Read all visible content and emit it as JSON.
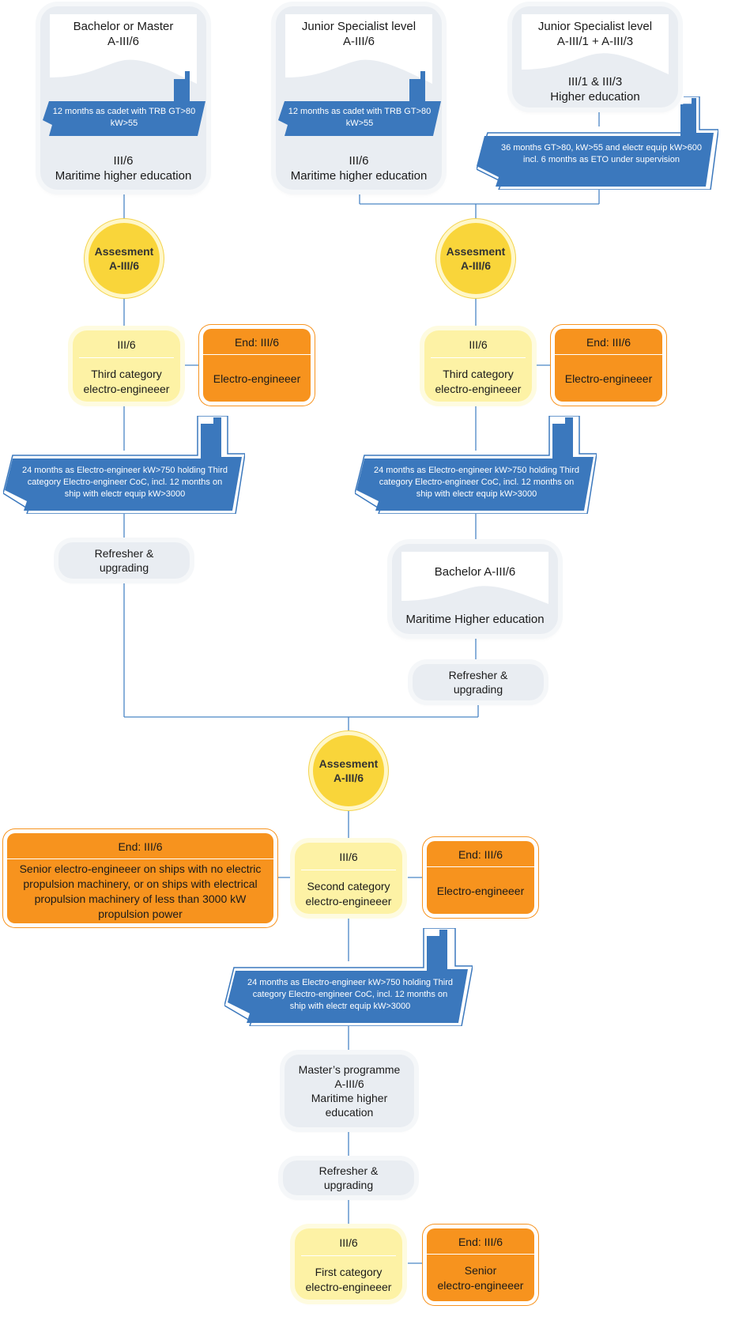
{
  "colors": {
    "ship": "#3b78bd",
    "assessment": "#f9d53a",
    "category": "#fdf2a5",
    "end": "#f7931e",
    "education": "#e9edf2",
    "line": "#4a86c5"
  },
  "edu1": {
    "top": "Bachelor or Master\nA-III/6",
    "bottom": "III/6\nMaritime higher education"
  },
  "ship1": "12 months as cadet with TRB GT>80 kW>55",
  "edu2": {
    "top": "Junior Specialist level\nA-III/6",
    "bottom": "III/6\nMaritime higher education"
  },
  "ship2": "12 months as cadet with TRB GT>80 kW>55",
  "edu3": {
    "top": "Junior Specialist level\nA-III/1 + A-III/3",
    "bottom": "III/1 & III/3\nHigher education"
  },
  "ship3": "36 months GT>80, kW>55 and electr equip kW>600 incl. 6 months as ETO under supervision",
  "assess1": {
    "l1": "Assesment",
    "l2": "A-III/6"
  },
  "assess2": {
    "l1": "Assesment",
    "l2": "A-III/6"
  },
  "assess3": {
    "l1": "Assesment",
    "l2": "A-III/6"
  },
  "cat1": {
    "h": "III/6",
    "n": "Third category\nelectro-engineeer"
  },
  "cat2": {
    "h": "III/6",
    "n": "Third category\nelectro-engineeer"
  },
  "cat3": {
    "h": "III/6",
    "n": "Second category\nelectro-engineeer"
  },
  "cat4": {
    "h": "III/6",
    "n": "First category\nelectro-engineeer"
  },
  "end1": {
    "h": "End: III/6",
    "n": "Electro-engineeer"
  },
  "end2": {
    "h": "End: III/6",
    "n": "Electro-engineeer"
  },
  "end3": {
    "h": "End: III/6",
    "n": "Senior electro-engineeer on ships with no electric propulsion machinery, or on ships with electrical propulsion machinery of less than 3000 kW propulsion power"
  },
  "end4": {
    "h": "End: III/6",
    "n": "Electro-engineeer"
  },
  "end5": {
    "h": "End: III/6",
    "n": "Senior\nelectro-engineeer"
  },
  "ship4": "24 months as Electro-engineer kW>750 holding Third category Electro-engineer CoC, incl. 12 months on ship with electr equip kW>3000",
  "ship5": "24 months as Electro-engineer kW>750 holding Third category Electro-engineer CoC, incl. 12 months on ship with electr equip kW>3000",
  "ship6": "24 months as Electro-engineer kW>750 holding Third category Electro-engineer CoC, incl. 12 months on ship with electr equip kW>3000",
  "ref1": "Refresher &\nupgrading",
  "ref2": "Refresher &\nupgrading",
  "ref3": "Refresher &\nupgrading",
  "edu4": {
    "top": "Bachelor A-III/6",
    "bottom": "Maritime Higher education"
  },
  "master": "Master’s programme\nA-III/6\nMaritime higher\neducation"
}
